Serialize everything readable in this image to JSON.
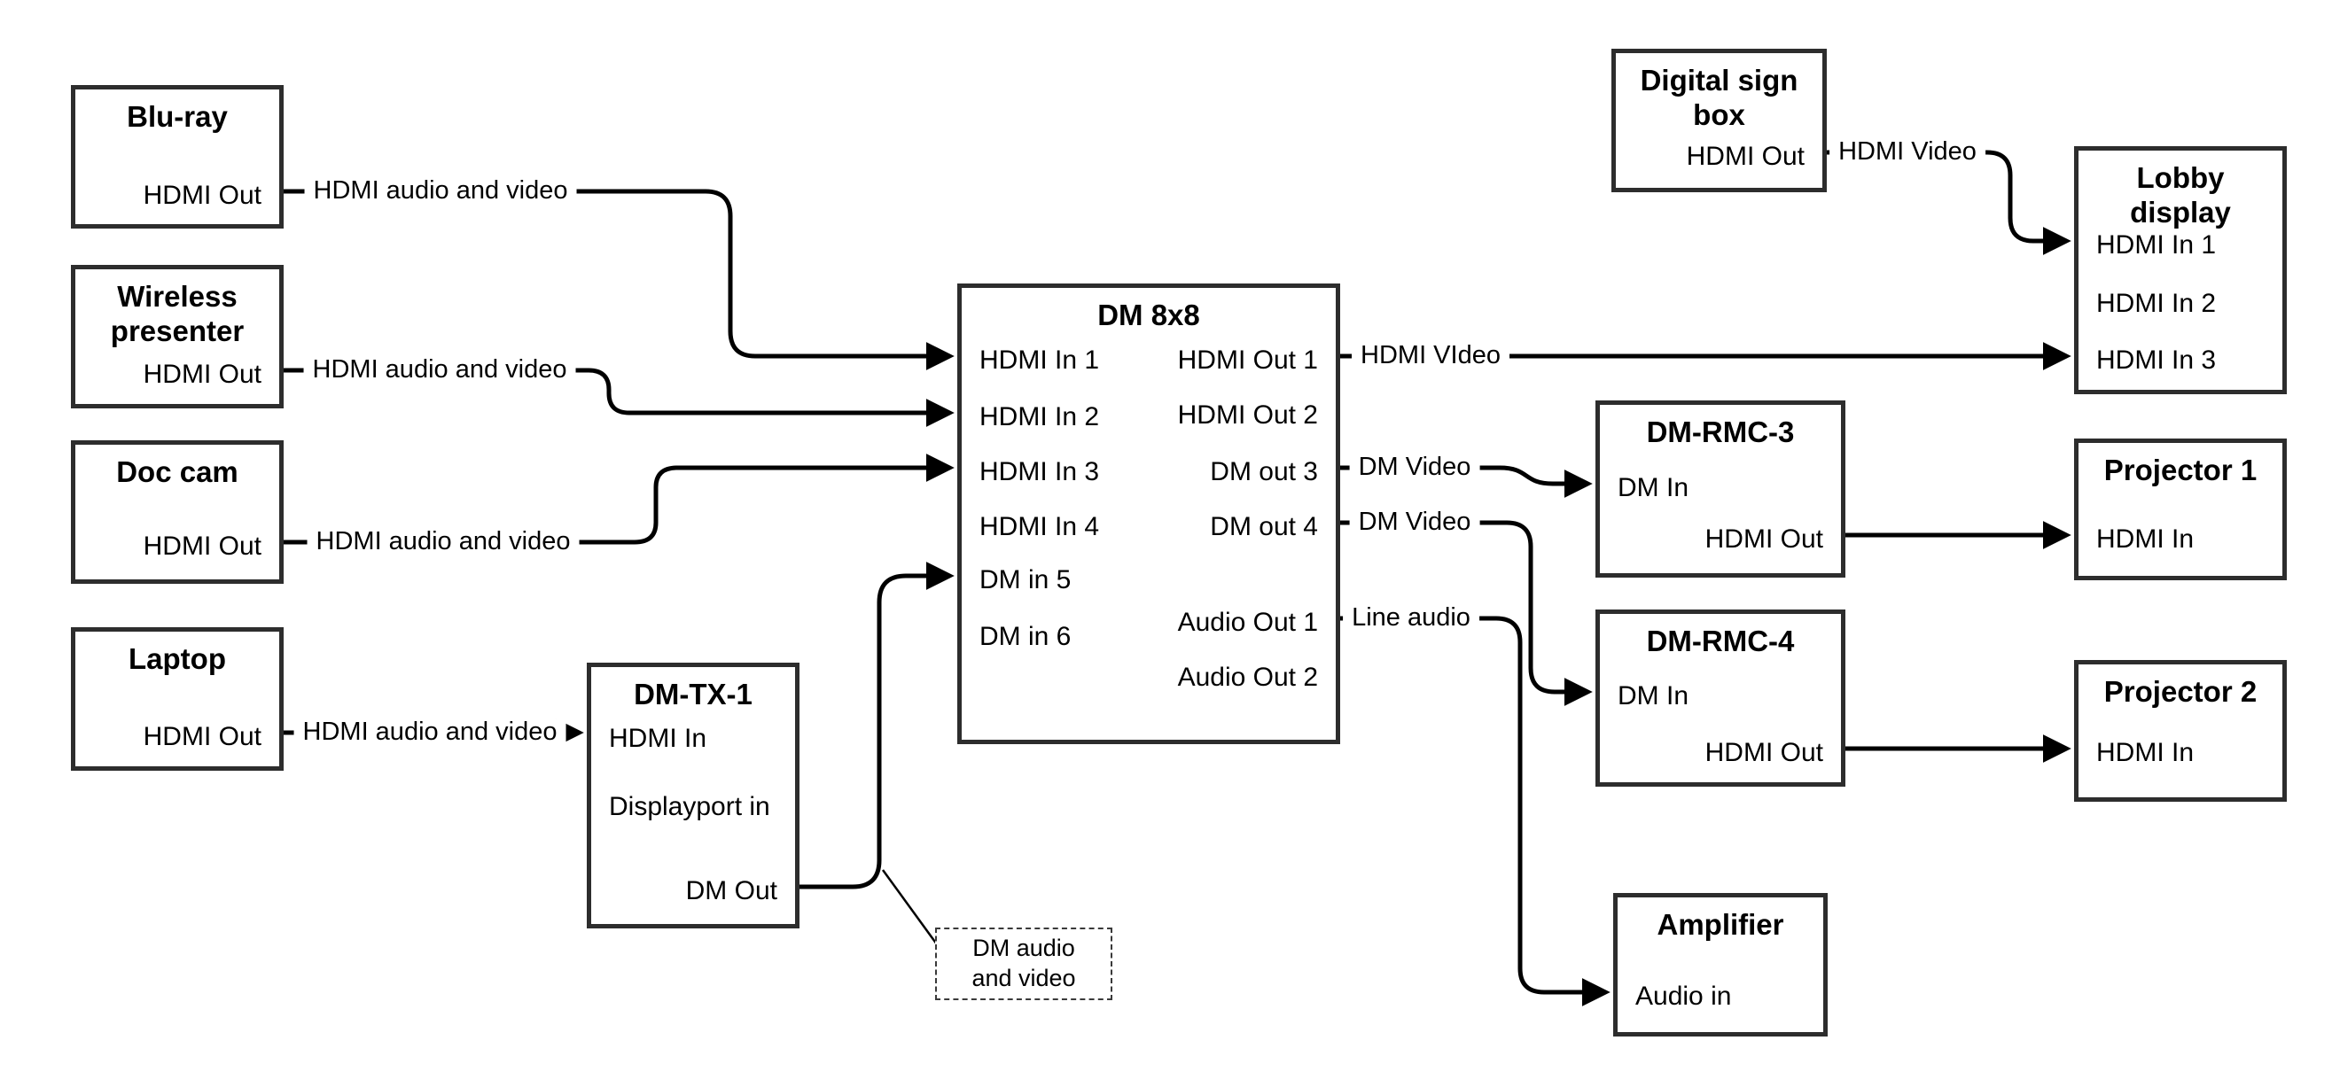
{
  "colors": {
    "wire": "#000000",
    "box_border": "#2d2d2d",
    "background": "#ffffff",
    "text": "#000000"
  },
  "boxes": {
    "bluray": {
      "title": "Blu-ray",
      "port_out": "HDMI Out"
    },
    "wireless": {
      "title": "Wireless presenter",
      "port_out": "HDMI Out"
    },
    "doccam": {
      "title": "Doc cam",
      "port_out": "HDMI Out"
    },
    "laptop": {
      "title": "Laptop",
      "port_out": "HDMI Out"
    },
    "dmtx1": {
      "title": "DM-TX-1",
      "port_hdmi_in": "HDMI In",
      "port_dp_in": "Displayport in",
      "port_dm_out": "DM Out"
    },
    "dm8x8": {
      "title": "DM 8x8",
      "ports_in": [
        "HDMI In 1",
        "HDMI In 2",
        "HDMI In 3",
        "HDMI In 4",
        "DM in 5",
        "DM in 6"
      ],
      "ports_out": [
        "HDMI Out 1",
        "HDMI Out 2",
        "DM out 3",
        "DM out 4",
        "Audio Out 1",
        "Audio Out 2"
      ]
    },
    "digitalsign": {
      "title": "Digital sign box",
      "port_out": "HDMI Out"
    },
    "lobby": {
      "title": "Lobby display",
      "ports_in": [
        "HDMI In 1",
        "HDMI In 2",
        "HDMI In 3"
      ]
    },
    "dmrmc3": {
      "title": "DM-RMC-3",
      "port_in": "DM In",
      "port_out": "HDMI Out"
    },
    "dmrmc4": {
      "title": "DM-RMC-4",
      "port_in": "DM In",
      "port_out": "HDMI Out"
    },
    "proj1": {
      "title": "Projector 1",
      "port_in": "HDMI In"
    },
    "proj2": {
      "title": "Projector 2",
      "port_in": "HDMI In"
    },
    "amp": {
      "title": "Amplifier",
      "port_in": "Audio in"
    }
  },
  "wire_labels": {
    "bluray_to_dm8x8": "HDMI audio and video",
    "wireless_to_dm8x8": "HDMI audio and video",
    "doccam_to_dm8x8": "HDMI audio and video",
    "laptop_to_dmtx1": "HDMI audio and video",
    "out1_to_lobby": "HDMI VIdeo",
    "digital_to_lobby": "HDMI Video",
    "out3_to_rmc3": "DM Video",
    "out4_to_rmc4": "DM Video",
    "audio1_to_amp": "Line audio"
  },
  "annotation": {
    "dm_av_note": "DM audio and video"
  }
}
